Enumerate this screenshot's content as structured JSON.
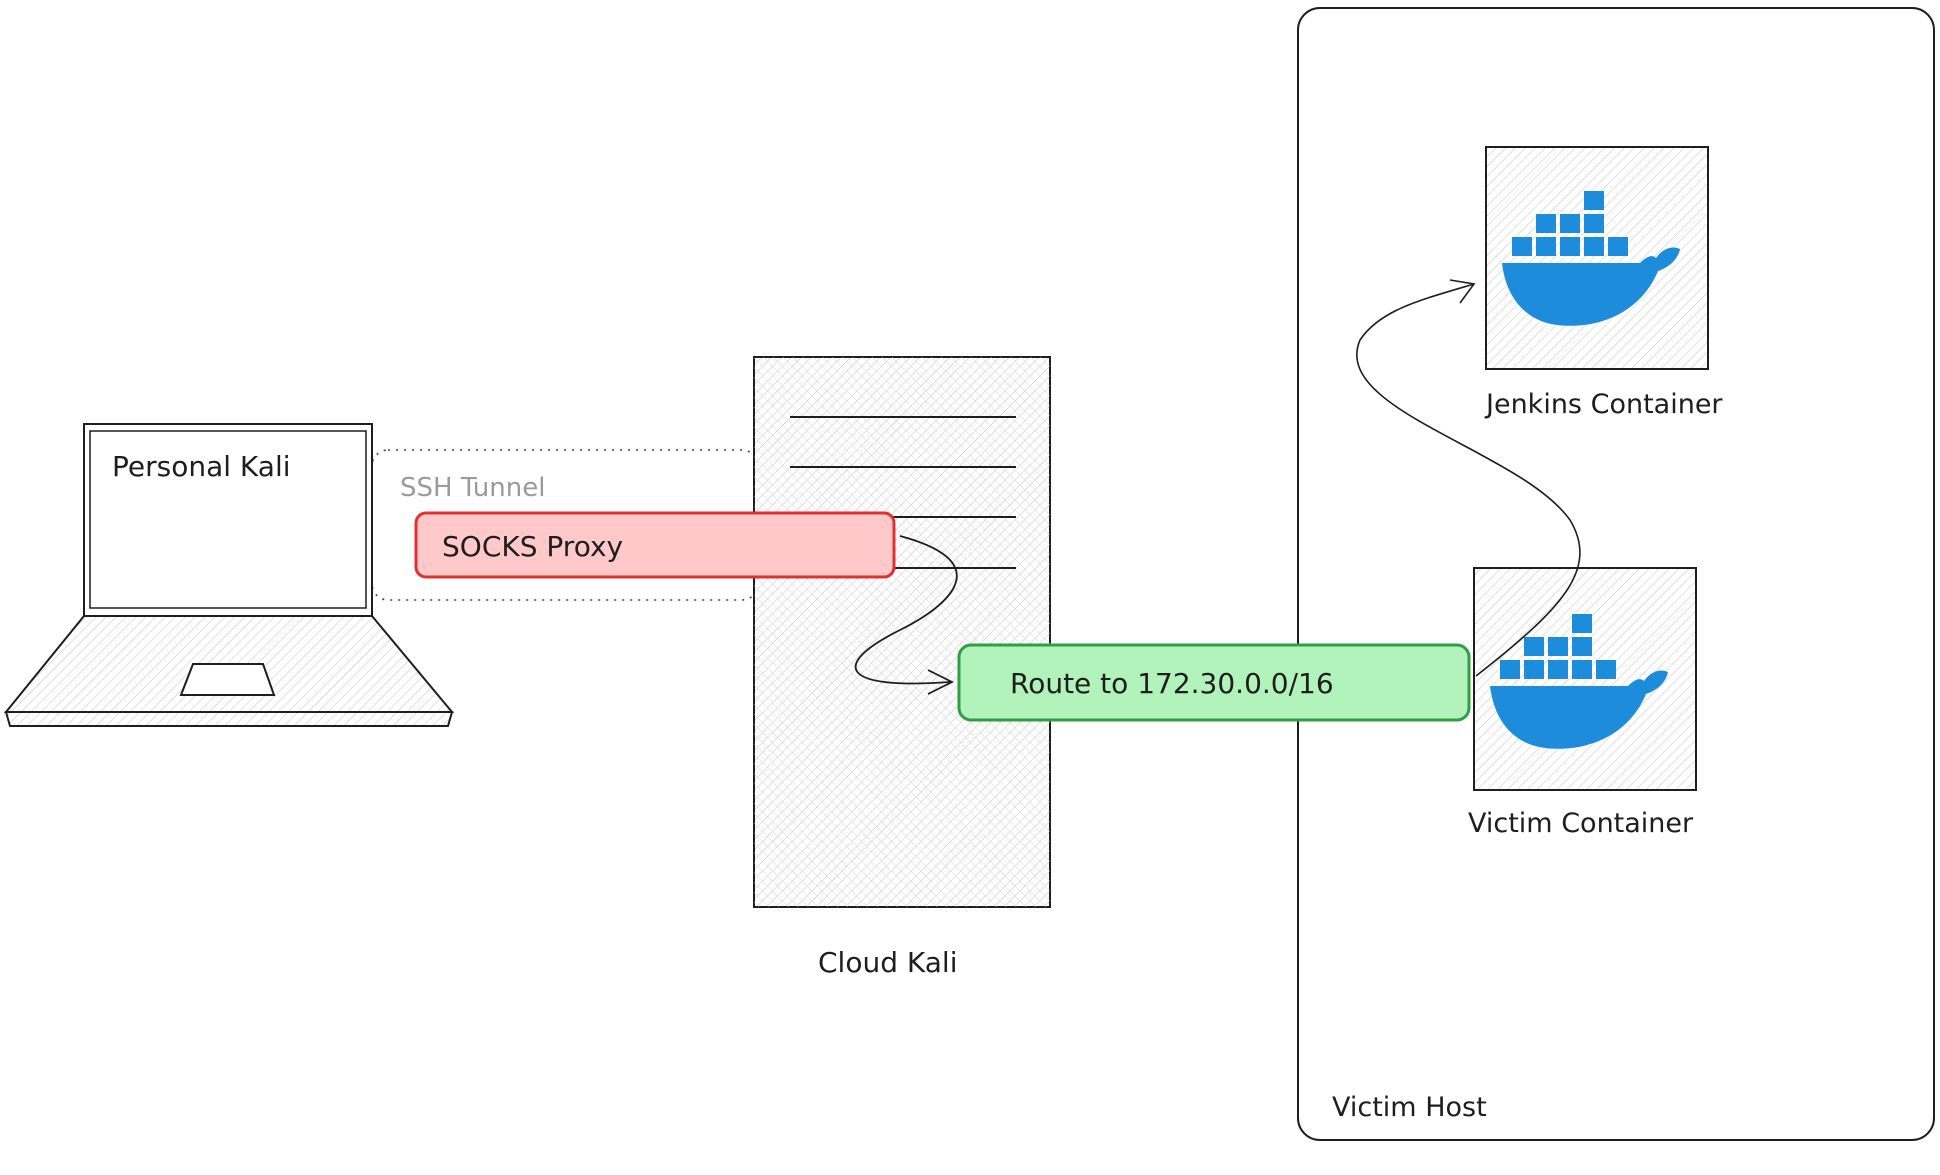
{
  "nodes": {
    "personal_kali": {
      "label": "Personal Kali"
    },
    "ssh_tunnel": {
      "label": "SSH Tunnel"
    },
    "socks_proxy": {
      "label": "SOCKS Proxy"
    },
    "cloud_kali": {
      "label": "Cloud Kali"
    },
    "route": {
      "label": "Route to 172.30.0.0/16"
    },
    "jenkins_container": {
      "label": "Jenkins Container"
    },
    "victim_container": {
      "label": "Victim Container"
    },
    "victim_host": {
      "label": "Victim Host"
    }
  },
  "icons": {
    "laptop": "laptop-icon",
    "server": "server-icon",
    "docker": "docker-whale-icon"
  },
  "colors": {
    "socks_fill": "#ffc9c9",
    "socks_stroke": "#e03131",
    "route_fill": "#b2f2bb",
    "route_stroke": "#2f9e44",
    "docker_blue": "#1d8ddb",
    "stroke": "#1e1e1e",
    "ssh_text": "#9a9a9a"
  }
}
